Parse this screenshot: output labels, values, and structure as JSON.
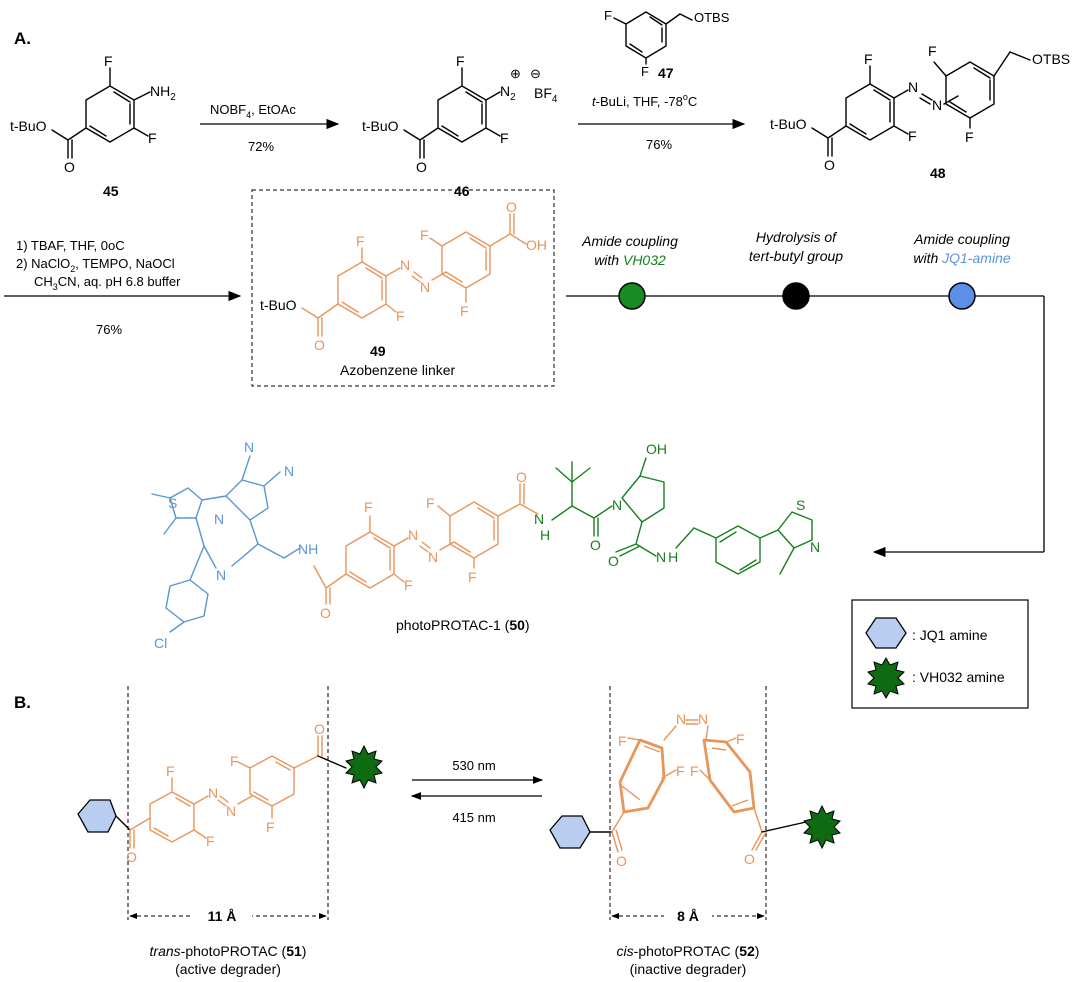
{
  "panels": {
    "a": "A.",
    "b": "B."
  },
  "compounds": {
    "c45": {
      "number": "45",
      "atoms": {
        "F_top": "F",
        "NH2": "NH",
        "NH2_sub": "2",
        "F_bot": "F",
        "ester": "t-BuO",
        "O": "O"
      }
    },
    "c46": {
      "number": "46",
      "atoms": {
        "F_top": "F",
        "N2": "N",
        "N2_sub": "2",
        "plus": "⊕",
        "minus": "⊖",
        "BF4": "BF",
        "BF4_sub": "4",
        "F_bot": "F",
        "ester": "t-BuO",
        "O": "O"
      }
    },
    "c47": {
      "number": "47",
      "atoms": {
        "F1": "F",
        "F2": "F",
        "OTBS": "OTBS"
      }
    },
    "c48": {
      "number": "48",
      "atoms": {
        "F1": "F",
        "F2": "F",
        "F3": "F",
        "F4": "F",
        "N1": "N",
        "N2": "N",
        "OTBS": "OTBS",
        "ester": "t-BuO",
        "O": "O"
      }
    },
    "c49": {
      "number": "49",
      "caption": "Azobenzene linker",
      "atoms": {
        "F1": "F",
        "F2": "F",
        "F3": "F",
        "F4": "F",
        "N1": "N",
        "N2": "N",
        "OH": "OH",
        "O": "O",
        "ester": "t-BuO",
        "O2": "O"
      }
    },
    "c50": {
      "name": "photoPROTAC-1 (",
      "number": "50",
      "close": ")",
      "atoms": {
        "S": "S",
        "N_a": "N",
        "N_b": "N",
        "N_c": "N",
        "N_d": "N",
        "NH": "NH",
        "O1": "O",
        "Cl": "Cl",
        "F1": "F",
        "F2": "F",
        "F3": "F",
        "F4": "F",
        "Naz1": "N",
        "Naz2": "N",
        "O2": "O",
        "NH2": "N",
        "H2": "H",
        "O3": "O",
        "N_pro": "N",
        "OH": "OH",
        "O4": "O",
        "NH3": "N",
        "H3": "H",
        "S2": "S",
        "N_tz": "N"
      }
    }
  },
  "reactions": {
    "r1": {
      "reagents": "NOBF",
      "reagents_sub": "4",
      "reagents_tail": ", EtOAc",
      "yield": "72%"
    },
    "r2": {
      "reagents_pre": "t",
      "reagents": "-BuLi, THF, -78",
      "reagents_sup": "o",
      "reagents_tail": "C",
      "yield": "76%"
    },
    "r3": {
      "line1": "1) TBAF, THF, 0oC",
      "line2": "2) NaClO",
      "line2_sub": "2",
      "line2_tail": ", TEMPO, NaOCl",
      "line3": "CH",
      "line3_sub": "3",
      "line3_tail": "CN, aq. pH 6.8 buffer",
      "yield": "76%"
    }
  },
  "steps": [
    {
      "line1": "Amide coupling",
      "line2_pre": "with ",
      "line2_hl": "VH032",
      "color": "#17801e"
    },
    {
      "line1": "Hydrolysis of",
      "line2_pre": "tert-butyl group",
      "line2_hl": "",
      "color": "#000000"
    },
    {
      "line1": "Amide coupling",
      "line2_pre": "with ",
      "line2_hl": "JQ1-amine",
      "color": "#5b95d2"
    }
  ],
  "step_dot_colors": [
    "#1a8a24",
    "#000000",
    "#5b8fe8"
  ],
  "legend": {
    "jq1": ": JQ1 amine",
    "vh032": ": VH032 amine",
    "jq1_color": "#b9cdf0",
    "vh032_color": "#0f6b12"
  },
  "panel_b": {
    "trans_name_it": "trans",
    "trans_name": "-photoPROTAC (",
    "trans_num": "51",
    "trans_close": ")",
    "trans_sub": "(active degrader)",
    "trans_dist": "11 Å",
    "cis_name_it": "cis",
    "cis_name": "-photoPROTAC (",
    "cis_num": "52",
    "cis_close": ")",
    "cis_sub": "(inactive degrader)",
    "cis_dist": "8 Å",
    "forward": "530 nm",
    "reverse": "415 nm",
    "atoms": {
      "F": "F",
      "N": "N",
      "O": "O"
    }
  }
}
